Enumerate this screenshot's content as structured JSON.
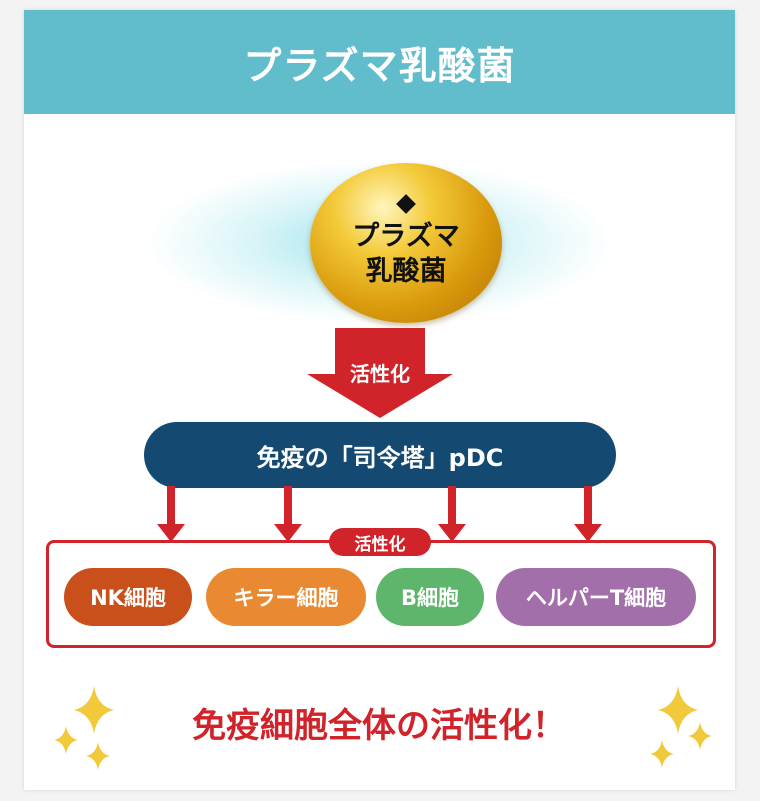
{
  "header": {
    "title": "プラズマ乳酸菌"
  },
  "capsule": {
    "line1": "プラズマ",
    "line2": "乳酸菌"
  },
  "activation_arrow": {
    "label": "活性化"
  },
  "pdc": {
    "label": "免疫の「司令塔」pDC"
  },
  "cells_group": {
    "tag": "活性化",
    "cells": [
      {
        "label": "NK細胞",
        "color": "#c9501b"
      },
      {
        "label": "キラー細胞",
        "color": "#e98a33"
      },
      {
        "label": "B細胞",
        "color": "#5db66b"
      },
      {
        "label": "ヘルパーT細胞",
        "color": "#a36faa"
      }
    ]
  },
  "result": {
    "text": "免疫細胞全体の活性化！"
  },
  "colors": {
    "header": "#61bccb",
    "pdc": "#144a72",
    "accent_red": "#d1232a",
    "capsule_gold": "#e0a416"
  },
  "icons": [
    "diamond-icon",
    "down-arrow-icon",
    "sparkle-icon"
  ]
}
